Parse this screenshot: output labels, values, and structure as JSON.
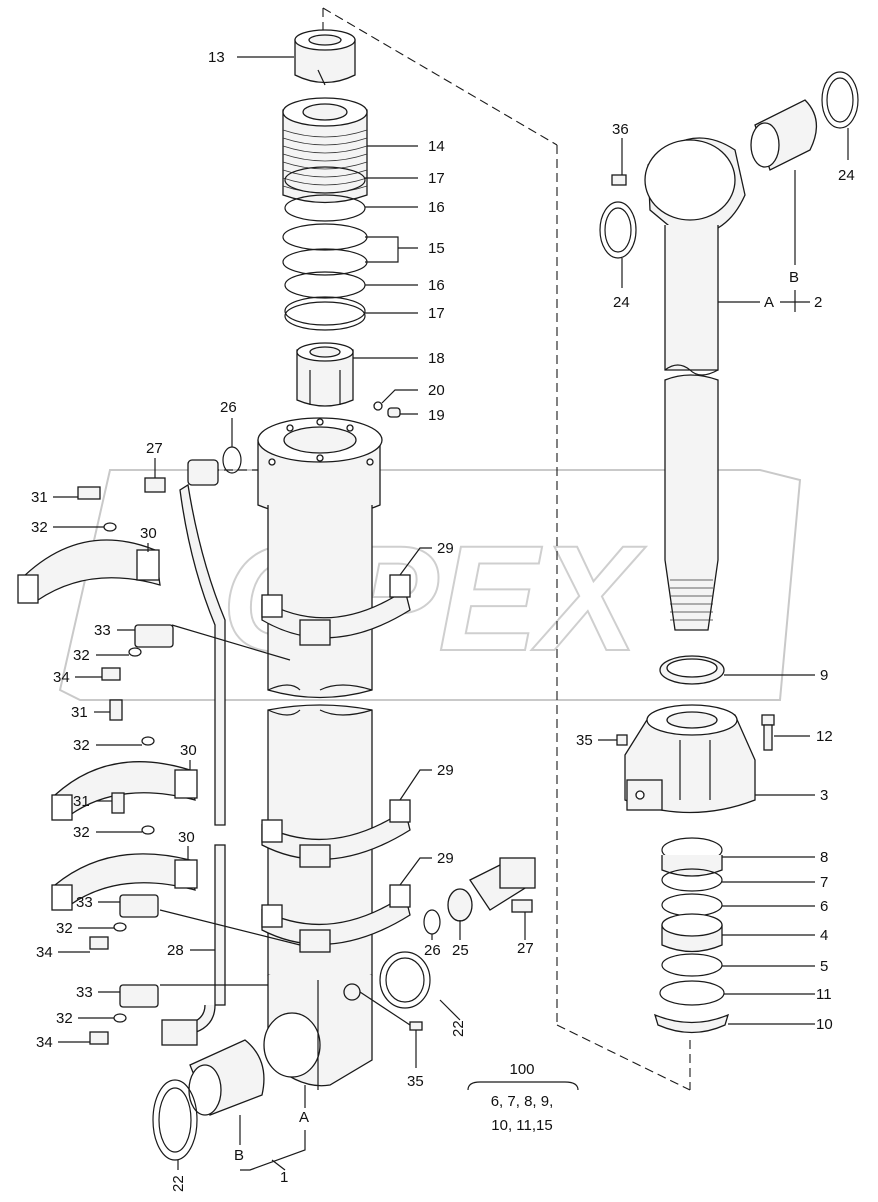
{
  "watermark": "OPEX",
  "callouts": {
    "c13": "13",
    "c14": "14",
    "c17a": "17",
    "c16a": "16",
    "c15": "15",
    "c16b": "16",
    "c17b": "17",
    "c18": "18",
    "c20": "20",
    "c19": "19",
    "c26a": "26",
    "c27a": "27",
    "c31a": "31",
    "c32a": "32",
    "c30a": "30",
    "c29a": "29",
    "c33a": "33",
    "c32b": "32",
    "c34a": "34",
    "c31b": "31",
    "c32c": "32",
    "c30b": "30",
    "c29b": "29",
    "c31c": "31",
    "c32d": "32",
    "c30c": "30",
    "c29c": "29",
    "c33b": "33",
    "c32e": "32",
    "c34b": "34",
    "c28": "28",
    "c33c": "33",
    "c32f": "32",
    "c34c": "34",
    "c26b": "26",
    "c25": "25",
    "c27b": "27",
    "c22a": "22",
    "c35a": "35",
    "c22b": "22",
    "cA1": "A",
    "cB1": "B",
    "c1": "1",
    "c36": "36",
    "c24a": "24",
    "c24b": "24",
    "cB2": "B",
    "cA2": "A",
    "c2": "2",
    "c9": "9",
    "c35b": "35",
    "c12": "12",
    "c3": "3",
    "c8": "8",
    "c7": "7",
    "c6": "6",
    "c4": "4",
    "c5": "5",
    "c11": "11",
    "c10": "10"
  },
  "kit": {
    "number": "100",
    "line1": "6, 7, 8, 9,",
    "line2": "10, 11,15"
  }
}
